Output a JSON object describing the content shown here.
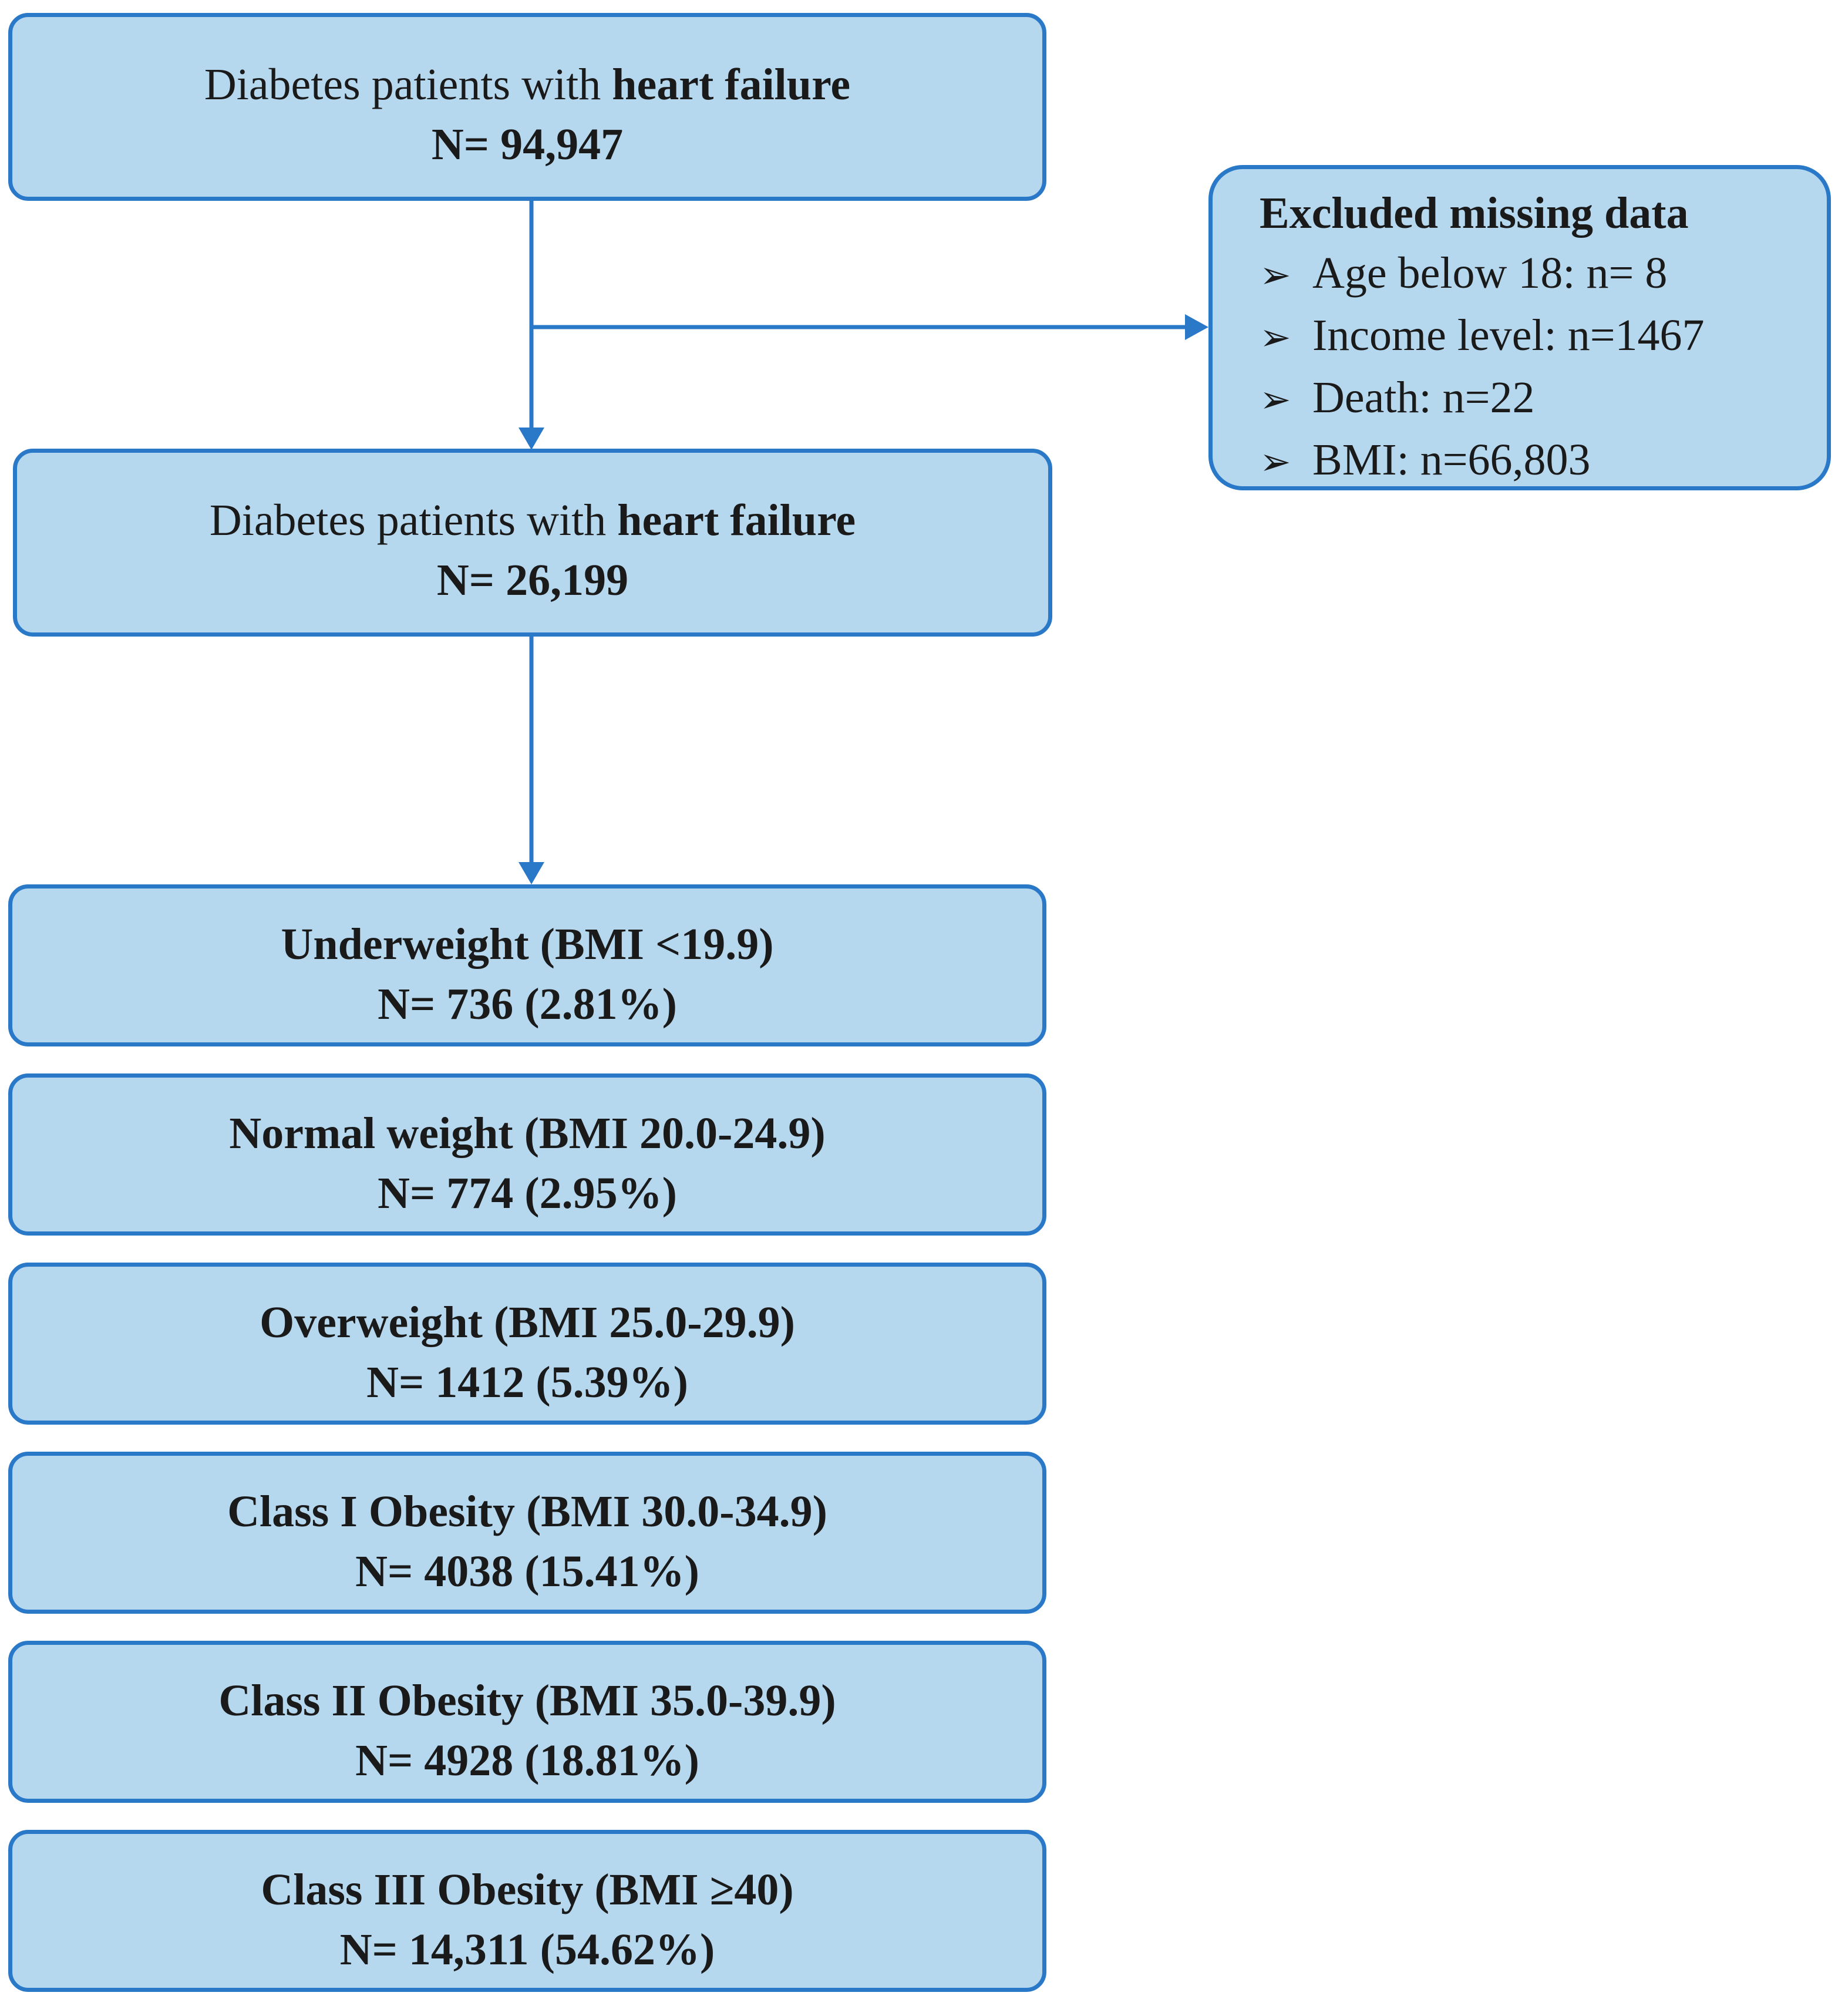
{
  "top_box": {
    "prefix": "Diabetes patients with ",
    "emphasis": "heart failure",
    "count": "N= 94,947"
  },
  "excluded": {
    "title": "Excluded missing data",
    "items": [
      "Age below 18:  n= 8",
      "Income level:  n=1467",
      "Death: n=22",
      "BMI: n=66,803"
    ]
  },
  "middle_box": {
    "prefix": "Diabetes patients with ",
    "emphasis": "heart failure",
    "count": "N= 26,199"
  },
  "categories": [
    {
      "label": "Underweight  (BMI <19.9)",
      "count": "N= 736 (2.81%)"
    },
    {
      "label": "Normal weight (BMI 20.0-24.9)",
      "count": "N= 774 (2.95%)"
    },
    {
      "label": "Overweight (BMI 25.0-29.9)",
      "count": "N= 1412 (5.39%)"
    },
    {
      "label": "Class I Obesity (BMI 30.0-34.9)",
      "count": "N= 4038 (15.41%)"
    },
    {
      "label": "Class II Obesity (BMI 35.0-39.9)",
      "count": "N= 4928 (18.81%)"
    },
    {
      "label": "Class III Obesity (BMI ≥40)",
      "count": "N= 14,311 (54.62%)"
    }
  ],
  "colors": {
    "box_fill": "#b6d8ef",
    "box_border": "#2a78c8",
    "arrow": "#2a78c8"
  },
  "icons": {
    "bullet": "arrow-bullet-icon"
  }
}
